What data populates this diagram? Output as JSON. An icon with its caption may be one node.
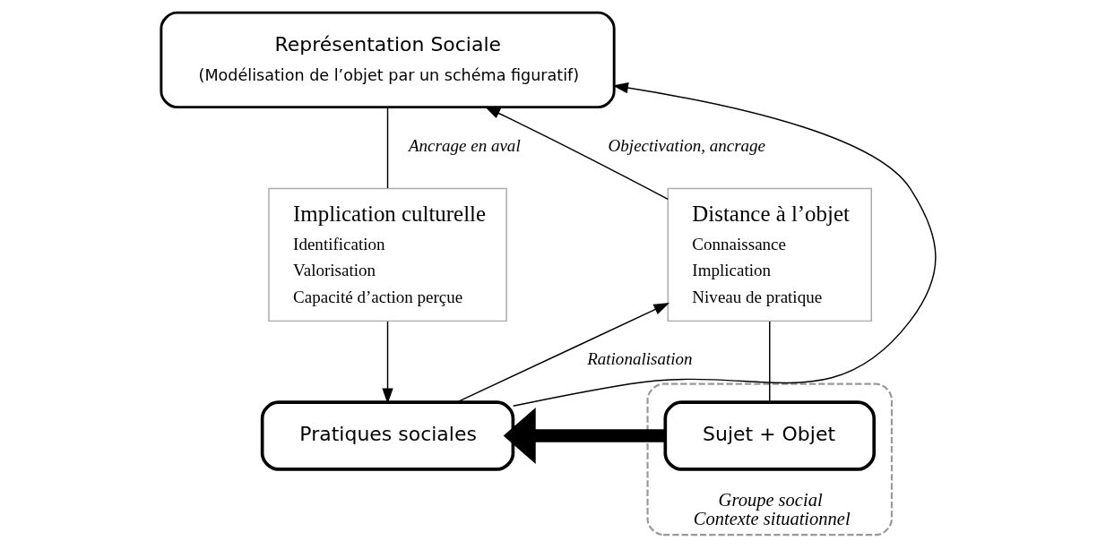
{
  "diagram": {
    "nodes": [
      {
        "text": [
          "Représentation Sociale",
          "(Modélisation de l’objet par un schéma figuratif)"
        ]
      },
      {
        "text": [
          "Distance à l’objet",
          "Connaissance",
          "Implication",
          "Niveau de pratique"
        ]
      },
      {
        "text": [
          "Implication culturelle",
          "Identification",
          "Valorisation",
          "Capacité d’action perçue"
        ]
      },
      {
        "text": [
          "Groupe social",
          "Contexte situationnel"
        ]
      },
      {
        "text": [
          "Sujet + Objet"
        ],
        "in": 3
      },
      {
        "text": [
          "Pratiques sociales"
        ]
      }
    ],
    "edges": [
      {
        "from": 1,
        "to": 0,
        "arrow": "to",
        "label": "Objectivation, ancrage"
      },
      {
        "from": 0,
        "to": 2,
        "arrow": "none",
        "label": "Ancrage en aval"
      },
      {
        "from": 2,
        "to": 5,
        "arrow": "to"
      },
      {
        "from": 1,
        "to": 4,
        "arrow": "none"
      },
      {
        "from": 4,
        "to": 5,
        "arrow": "to",
        "style": "thick"
      },
      {
        "from": 5,
        "to": 1,
        "arrow": "to",
        "label": "Rationalisation"
      },
      {
        "from": 5,
        "to": 0,
        "arrow": "to"
      }
    ]
  }
}
